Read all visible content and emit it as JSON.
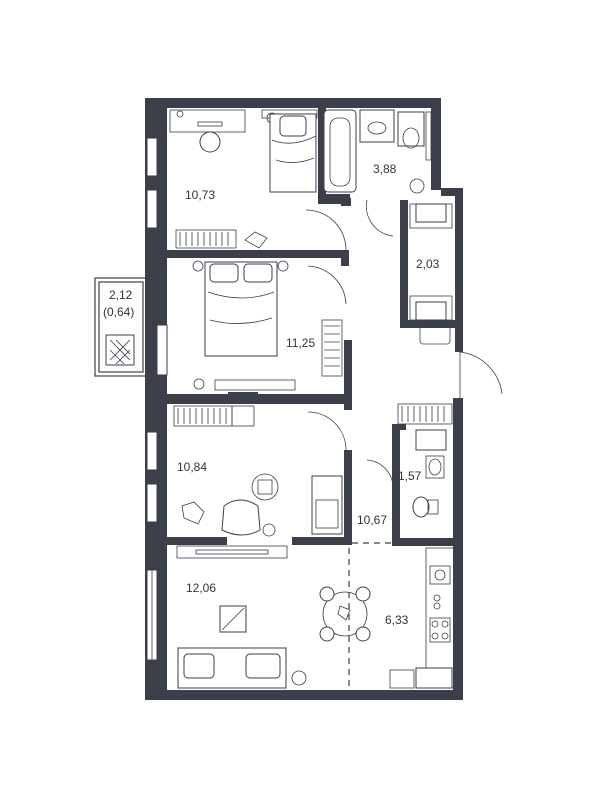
{
  "rooms": {
    "bedroom_top": "10,73",
    "bathroom": "3,88",
    "wardrobe_hall": "2,03",
    "balcony": "2,12",
    "balcony_reduced": "(0,64)",
    "bedroom_middle": "11,25",
    "bedroom_lower": "10,84",
    "wc": "1,57",
    "hallway": "10,67",
    "living_room": "12,06",
    "kitchen": "6,33"
  },
  "colors": {
    "wall": "#3b3f49",
    "background": "#ffffff"
  }
}
